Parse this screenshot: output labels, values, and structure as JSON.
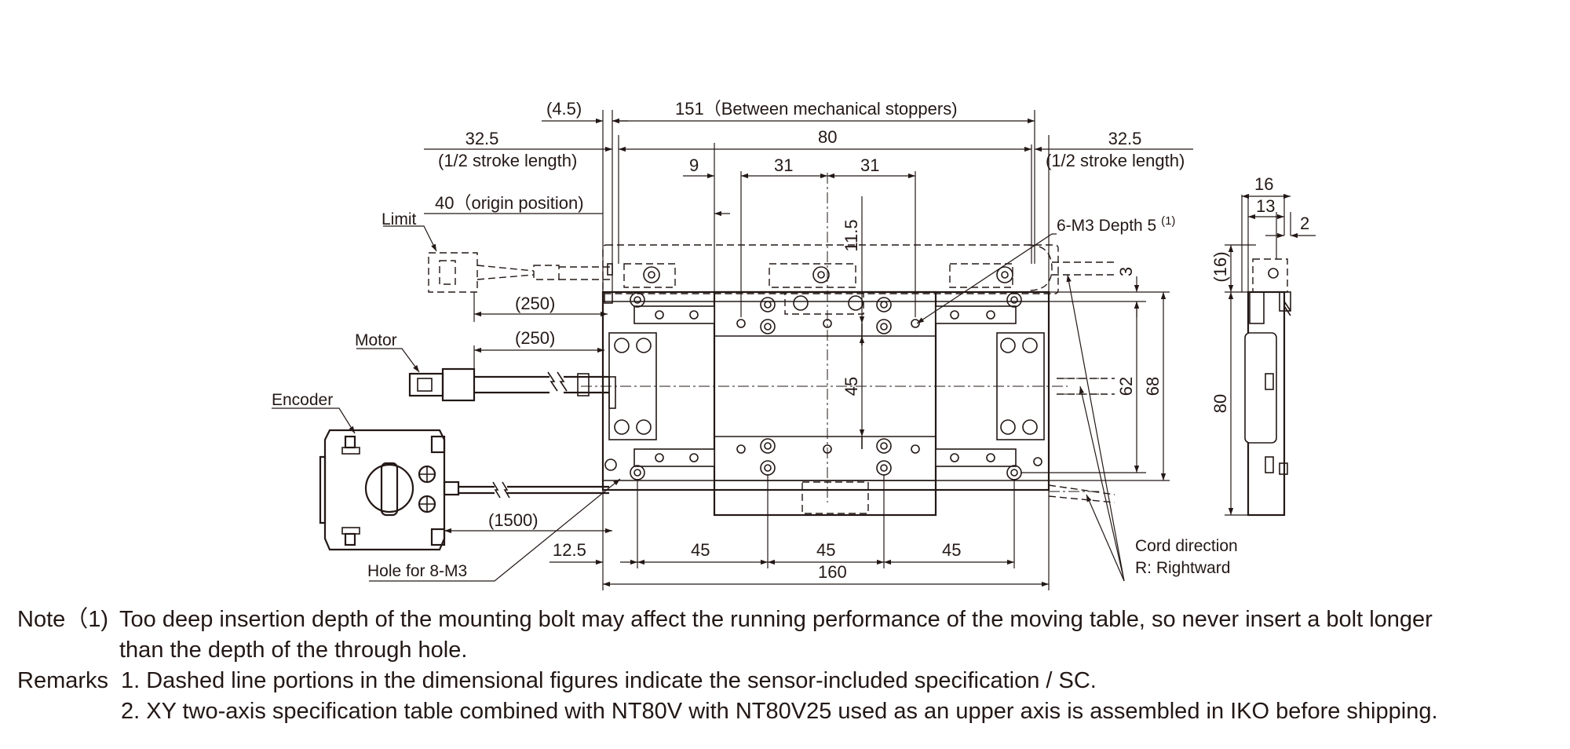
{
  "dimensions": {
    "d_4_5": "(4.5)",
    "d_151": "151（Between mechanical stoppers)",
    "d_80_top": "80",
    "d_32_5_left": "32.5",
    "d_32_5_left_sub": "(1/2 stroke length)",
    "d_32_5_right": "32.5",
    "d_32_5_right_sub": "(1/2 stroke length)",
    "d_9": "9",
    "d_31_a": "31",
    "d_31_b": "31",
    "d_11_5": "11.5",
    "d_40": "40（origin position)",
    "d_250_a": "(250)",
    "d_250_b": "(250)",
    "d_1500": "(1500)",
    "d_12_5": "12.5",
    "d_45_a": "45",
    "d_45_b": "45",
    "d_45_c": "45",
    "d_160": "160",
    "d_45_v": "45",
    "d_3": "3",
    "d_62": "62",
    "d_68": "68",
    "side_16_top": "16",
    "side_13": "13",
    "side_2": "2",
    "side_16_v": "(16)",
    "side_80": "80"
  },
  "labels": {
    "limit": "Limit",
    "motor": "Motor",
    "encoder": "Encoder",
    "hole": "Hole for 8-M3",
    "m3": "6-M3 Depth 5",
    "m3_note": "(1)",
    "cord_1": "Cord direction",
    "cord_2": "R: Rightward"
  },
  "notes": {
    "note_label": "Note（1)",
    "note_line1": "Too deep insertion depth of the mounting bolt may affect the running performance of the moving table, so never insert a bolt longer",
    "note_line2": "than the depth of the through hole.",
    "remarks_label": "Remarks",
    "remark_1": "1. Dashed line portions in the dimensional figures indicate the sensor-included specification / SC.",
    "remark_2": "2. XY two-axis specification table combined with NT80V with NT80V25 used as an upper axis is assembled in IKO before shipping."
  }
}
